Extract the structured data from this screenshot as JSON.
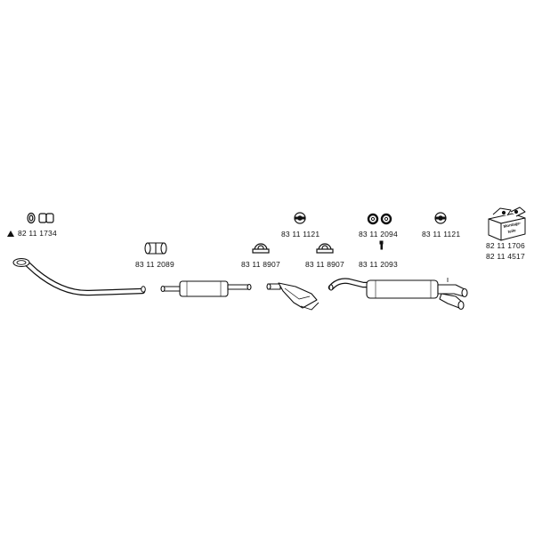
{
  "parts": {
    "gasket_ring": {
      "number": "82 11 1734",
      "icon": "gasket-ring-icon"
    },
    "clamp_front": {
      "number": "83 11 2089",
      "icon": "clamp-icon"
    },
    "clamp_mid": {
      "number": "83 11 8907",
      "icon": "clamp-icon"
    },
    "clamp_rear": {
      "number": "83 11 8907",
      "icon": "clamp-icon"
    },
    "rubber_mount_a": {
      "number": "83 11 1121",
      "icon": "rubber-mount-icon"
    },
    "rubber_rings": {
      "number": "83 11 2094",
      "icon": "rubber-ring-pair-icon"
    },
    "bolt": {
      "number": "83 11 2093",
      "icon": "bolt-icon"
    },
    "rubber_mount_b": {
      "number": "83 11 1121",
      "icon": "rubber-mount-icon"
    },
    "mounting_kit": {
      "number_1": "82 11 1706",
      "number_2": "82 11 4517",
      "box_text_1": "Montage-",
      "box_text_2": "teile",
      "icon": "mounting-kit-box-icon"
    }
  },
  "exhaust_sections": [
    {
      "name": "front-pipe"
    },
    {
      "name": "middle-silencer"
    },
    {
      "name": "intermediate-pipe"
    },
    {
      "name": "rear-silencer"
    }
  ]
}
